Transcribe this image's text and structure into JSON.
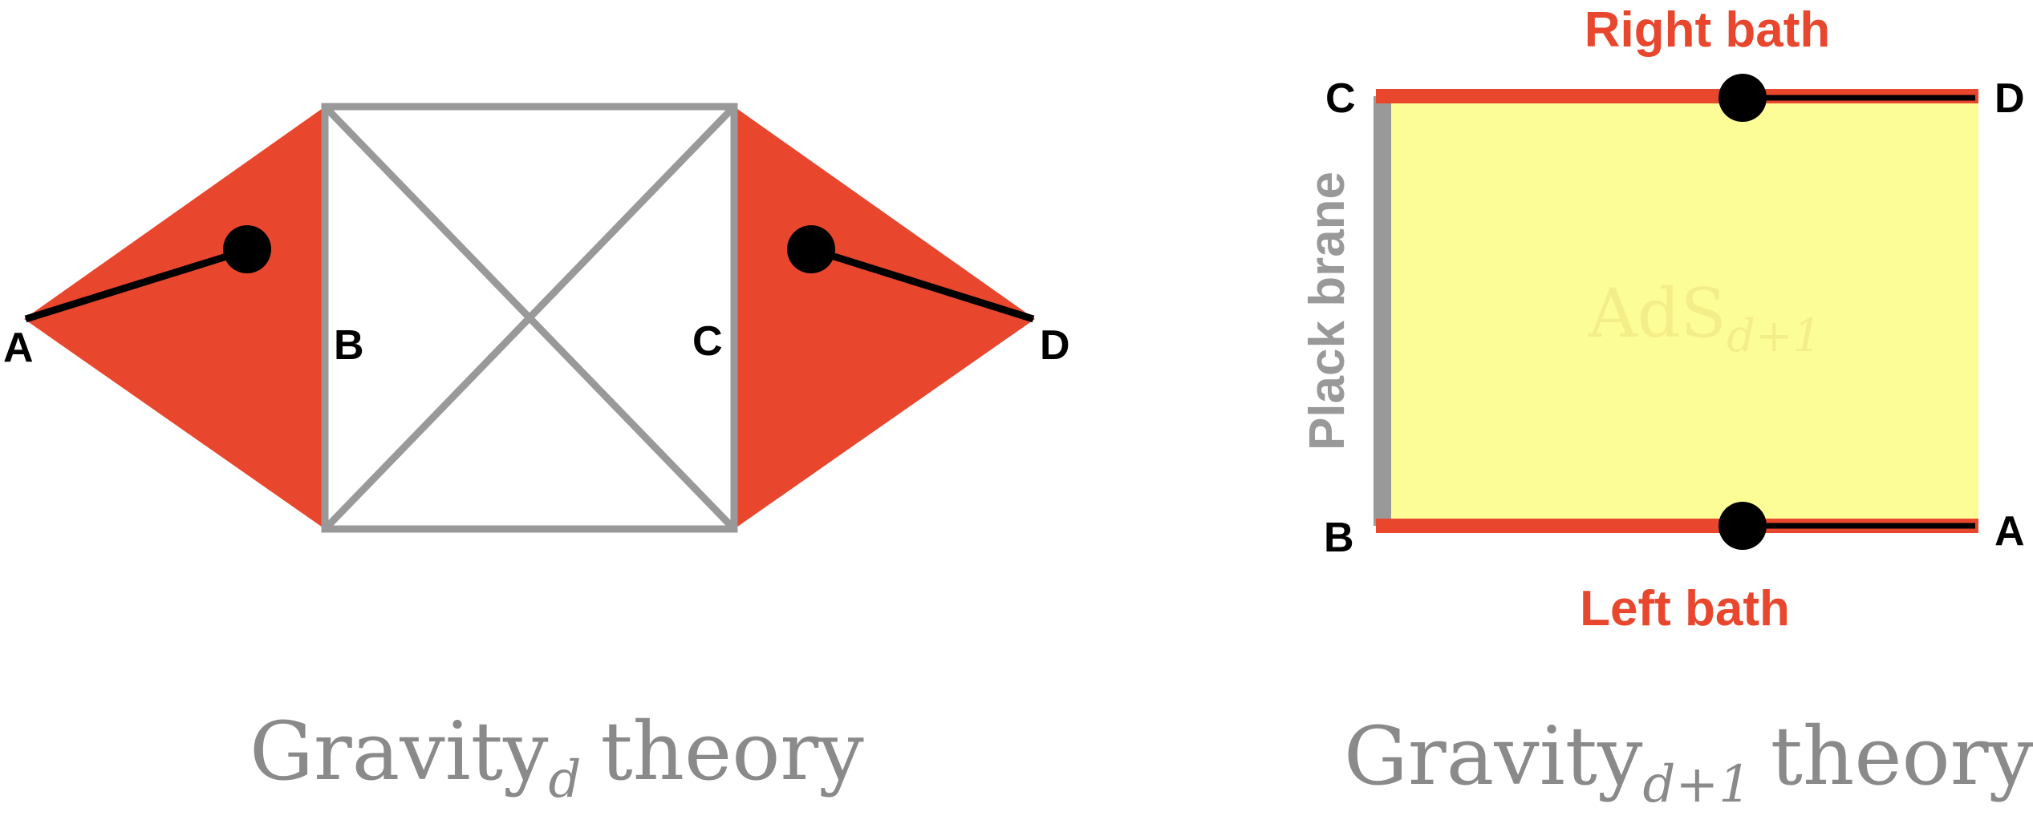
{
  "colors": {
    "red": "#e8472e",
    "gray": "#999999",
    "yellow": "#fdfd98",
    "ads_text": "#f4ee88",
    "black": "#000000",
    "caption_gray": "#8a8a8a"
  },
  "left_diagram": {
    "labels": {
      "a": "A",
      "b": "B",
      "c": "C",
      "d": "D"
    },
    "caption": {
      "main": "Gravity",
      "sub": "d",
      "suffix": "theory"
    }
  },
  "right_diagram": {
    "labels": {
      "c": "C",
      "d": "D",
      "b": "B",
      "a": "A"
    },
    "top_bath": "Right bath",
    "bottom_bath": "Left bath",
    "brane": "Plack brane",
    "bulk": {
      "main": "AdS",
      "sub": "d+1"
    },
    "caption": {
      "main": "Gravity",
      "sub": "d+1",
      "suffix": "theory"
    }
  }
}
